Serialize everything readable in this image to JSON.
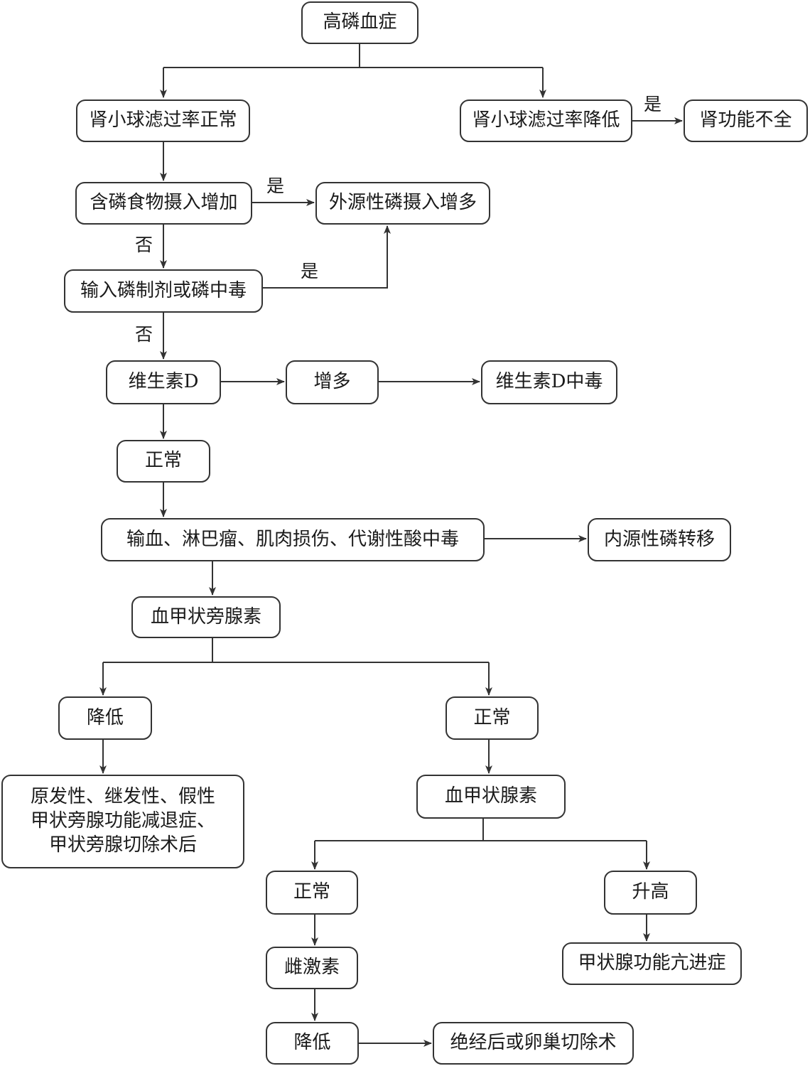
{
  "nodes": {
    "hyperphosphatemia": "高磷血症",
    "gfr_normal": "肾小球滤过率正常",
    "gfr_low": "肾小球滤过率降低",
    "renal_insufficiency": "肾功能不全",
    "phosphate_food": "含磷食物摄入增加",
    "exogenous": "外源性磷摄入增多",
    "phosphate_infusion": "输入磷制剂或磷中毒",
    "vitamin_d": "维生素D",
    "increased": "增多",
    "vitd_toxicity": "维生素D中毒",
    "normal_1": "正常",
    "transfusion": "输血、淋巴瘤、肌肉损伤、代谢性酸中毒",
    "endogenous": "内源性磷转移",
    "blood_pth": "血甲状旁腺素",
    "decreased_1": "降低",
    "normal_2": "正常",
    "hypopara": [
      "原发性、继发性、假性",
      "甲状旁腺功能减退症、",
      "甲状旁腺切除术后"
    ],
    "blood_thyroid": "血甲状腺素",
    "normal_3": "正常",
    "elevated": "升高",
    "hyperthyroid": "甲状腺功能亢进症",
    "estrogen": "雌激素",
    "decreased_2": "降低",
    "menopause": "绝经后或卵巢切除术"
  },
  "edge_labels": {
    "yes_renal": "是",
    "yes_food": "是",
    "no_food": "否",
    "yes_infusion": "是",
    "no_infusion": "否"
  },
  "colors": {
    "line": "#333333",
    "text": "#1a1a1a",
    "box_border": "#333333"
  }
}
